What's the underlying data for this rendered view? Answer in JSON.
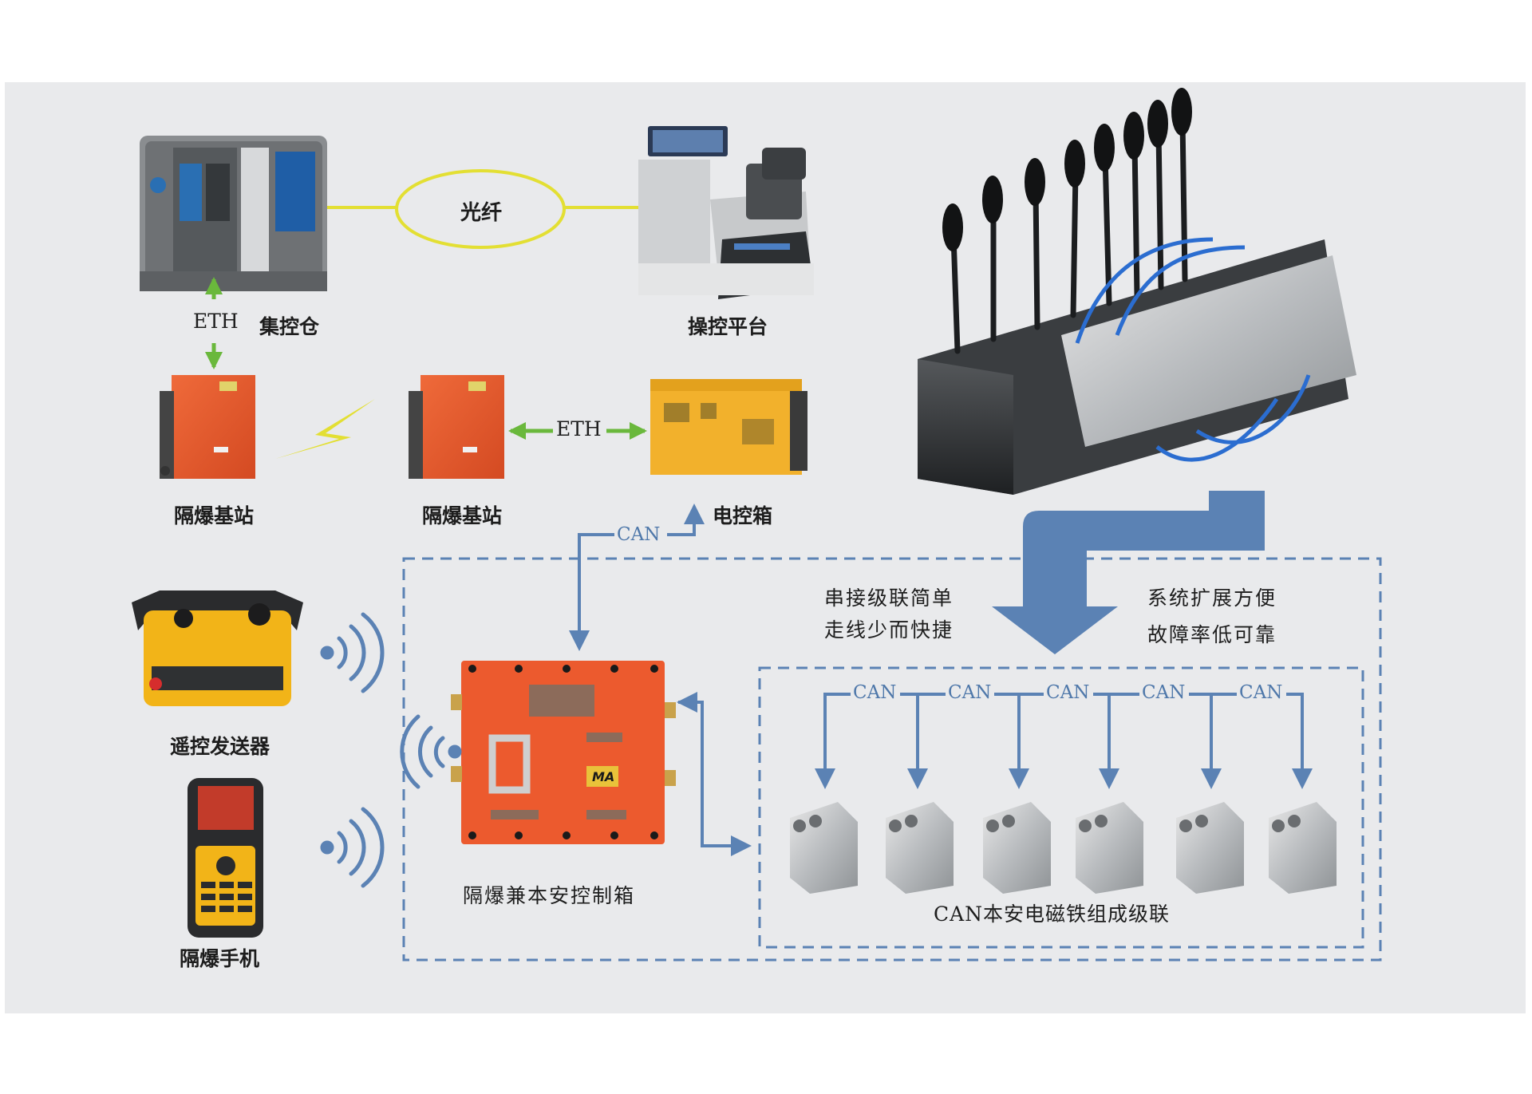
{
  "nodes": {
    "central_cabin": "集控仓",
    "operator_platform": "操控平台",
    "base_station_1": "隔爆基站",
    "base_station_2": "隔爆基站",
    "electric_box": "电控箱",
    "remote_transmitter": "遥控发送器",
    "explosion_proof_phone": "隔爆手机",
    "control_box": "隔爆兼本安控制箱",
    "valve_chain": "CAN本安电磁铁组成级联"
  },
  "links": {
    "fiber": "光纤",
    "eth_vertical": "ETH",
    "eth_horizontal": "ETH",
    "can_main": "CAN",
    "can_bus": [
      "CAN",
      "CAN",
      "CAN",
      "CAN",
      "CAN"
    ]
  },
  "features": {
    "left": [
      "串接级联简单",
      "走线少而快捷"
    ],
    "right": [
      "系统扩展方便",
      "故障率低可靠"
    ]
  },
  "colors": {
    "background": "#e9eaec",
    "connector_blue": "#5b82b4",
    "eth_green": "#6ab83c",
    "fiber_yellow": "#e3df33",
    "box_orange": "#e85a2e"
  }
}
